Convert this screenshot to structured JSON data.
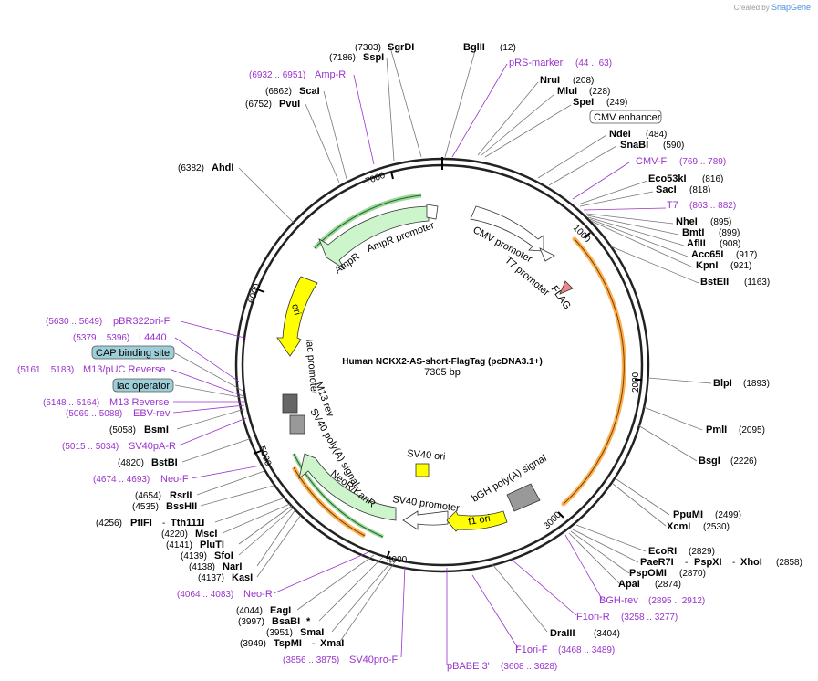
{
  "credit": {
    "prefix": "Created by",
    "brand": "SnapGene"
  },
  "title": "Human NCKX2-AS-short-FlagTag (pcDNA3.1+)",
  "size": "7305 bp",
  "ticks": [
    "1000",
    "2000",
    "3000",
    "4000",
    "5000",
    "6000",
    "7000"
  ],
  "features": [
    "AmpR",
    "AmpR promoter",
    "ori",
    "CMV promoter",
    "T7 promoter",
    "FLAG",
    "lac promoter",
    "M13 rev",
    "SV40 poly(A) signal",
    "NeoR/KanR",
    "SV40 promoter",
    "SV40 ori",
    "bGH poly(A) signal",
    "f1 ori"
  ],
  "boxed": {
    "cmv_enhancer": "CMV enhancer",
    "cap_site": "CAP binding site",
    "lac_operator": "lac operator"
  },
  "labels_right": [
    {
      "id": "sgrdi",
      "name": "SgrDI",
      "pos": "(7303)"
    },
    {
      "id": "bglii",
      "name": "BglII",
      "pos": "(12)"
    },
    {
      "id": "rs_marker",
      "name": "pRS-marker",
      "pos": "(44 .. 63)"
    },
    {
      "id": "brui",
      "name": "NruI",
      "pos": "(208)"
    },
    {
      "id": "mlui",
      "name": "MluI",
      "pos": "(228)"
    },
    {
      "id": "spei",
      "name": "SpeI",
      "pos": "(249)"
    },
    {
      "id": "ndei",
      "name": "NdeI",
      "pos": "(484)"
    },
    {
      "id": "snabi",
      "name": "SnaBI",
      "pos": "(590)"
    },
    {
      "id": "cmvf",
      "name": "CMV-F",
      "pos": "(769 .. 789)"
    },
    {
      "id": "eco53ki",
      "name": "Eco53kI",
      "pos": "(816)"
    },
    {
      "id": "saci",
      "name": "SacI",
      "pos": "(818)"
    },
    {
      "id": "t7",
      "name": "T7",
      "pos": "(863 .. 882)"
    },
    {
      "id": "nhei",
      "name": "NheI",
      "pos": "(895)"
    },
    {
      "id": "bmti",
      "name": "BmtI",
      "pos": "(899)"
    },
    {
      "id": "aflii",
      "name": "AflII",
      "pos": "(908)"
    },
    {
      "id": "acc65i",
      "name": "Acc65I",
      "pos": "(917)"
    },
    {
      "id": "kpni",
      "name": "KpnI",
      "pos": "(921)"
    },
    {
      "id": "bsteii",
      "name": "BstEII",
      "pos": "(1163)"
    },
    {
      "id": "blpi",
      "name": "BlpI",
      "pos": "(1893)"
    },
    {
      "id": "pmli",
      "name": "PmlI",
      "pos": "(2095)"
    },
    {
      "id": "bsgi",
      "name": "BsgI",
      "pos": "(2226)"
    },
    {
      "id": "ppumi",
      "name": "PpuMI",
      "pos": "(2499)"
    },
    {
      "id": "xcmi",
      "name": "XcmI",
      "pos": "(2530)"
    },
    {
      "id": "ecori",
      "name": "EcoRI",
      "pos": "(2829)"
    },
    {
      "id": "paer7i",
      "name": "PaeR7I",
      "sep": "-",
      "name2": "PspXI",
      "name3": "XhoI",
      "pos": "(2858)"
    },
    {
      "id": "pspomi",
      "name": "PspOMI",
      "pos": "(2870)"
    },
    {
      "id": "apai",
      "name": "ApaI",
      "pos": "(2874)"
    },
    {
      "id": "bghrev",
      "name": "BGH-rev",
      "pos": "(2895 .. 2912)"
    },
    {
      "id": "f1orir",
      "name": "F1ori-R",
      "pos": "(3258 .. 3277)"
    },
    {
      "id": "draiii",
      "name": "DraIII",
      "pos": "(3404)"
    },
    {
      "id": "f1orif",
      "name": "F1ori-F",
      "pos": "(3468 .. 3489)"
    },
    {
      "id": "pbabe3",
      "name": "pBABE 3'",
      "pos": "(3608 .. 3628)"
    }
  ],
  "labels_left": [
    {
      "id": "sspi",
      "name": "SspI",
      "pos": "(7186)"
    },
    {
      "id": "ampr_p",
      "name": "Amp-R",
      "pos": "(6932 .. 6951)"
    },
    {
      "id": "scai",
      "name": "ScaI",
      "pos": "(6862)"
    },
    {
      "id": "pvui",
      "name": "PvuI",
      "pos": "(6752)"
    },
    {
      "id": "ahdi",
      "name": "AhdI",
      "pos": "(6382)"
    },
    {
      "id": "pbr322",
      "name": "pBR322ori-F",
      "pos": "(5630 .. 5649)"
    },
    {
      "id": "l4440",
      "name": "L4440",
      "pos": "(5379 .. 5396)"
    },
    {
      "id": "m13puc",
      "name": "M13/pUC Reverse",
      "pos": "(5161 .. 5183)"
    },
    {
      "id": "m13rev",
      "name": "M13 Reverse",
      "pos": "(5148 .. 5164)"
    },
    {
      "id": "ebvrev",
      "name": "EBV-rev",
      "pos": "(5069 .. 5088)"
    },
    {
      "id": "bsmi",
      "name": "BsmI",
      "pos": "(5058)"
    },
    {
      "id": "sv40par",
      "name": "SV40pA-R",
      "pos": "(5015 .. 5034)"
    },
    {
      "id": "bstbi",
      "name": "BstBI",
      "pos": "(4820)"
    },
    {
      "id": "neof",
      "name": "Neo-F",
      "pos": "(4674 .. 4693)"
    },
    {
      "id": "rsrii",
      "name": "RsrII",
      "pos": "(4654)"
    },
    {
      "id": "bsshii",
      "name": "BssHII",
      "pos": "(4535)"
    },
    {
      "id": "pflfi",
      "name": "PflFI",
      "sep": "-",
      "name2": "Tth111I",
      "pos": "(4256)"
    },
    {
      "id": "msci",
      "name": "MscI",
      "pos": "(4220)"
    },
    {
      "id": "plutı",
      "name": "PluTI",
      "pos": "(4141)"
    },
    {
      "id": "sfoi",
      "name": "SfoI",
      "pos": "(4139)"
    },
    {
      "id": "nari",
      "name": "NarI",
      "pos": "(4138)"
    },
    {
      "id": "kasi",
      "name": "KasI",
      "pos": "(4137)"
    },
    {
      "id": "neor",
      "name": "Neo-R",
      "pos": "(4064 .. 4083)"
    },
    {
      "id": "eagi",
      "name": "EagI",
      "pos": "(4044)"
    },
    {
      "id": "bsabi",
      "name": "BsaBI",
      "star": "*",
      "pos": "(3997)"
    },
    {
      "id": "smai",
      "name": "SmaI",
      "pos": "(3951)"
    },
    {
      "id": "tspmi",
      "name": "TspMI",
      "sep": "-",
      "name2": "XmaI",
      "pos": "(3949)"
    },
    {
      "id": "sv40prof",
      "name": "SV40pro-F",
      "pos": "(3856 .. 3875)"
    }
  ],
  "colors": {
    "promoter": "#ffffff",
    "cds": "#ccf5cc",
    "ori": "#ffff00",
    "polya": "#999999",
    "primer": "#9933cc",
    "orange": "#ffa500",
    "ring": "#222222"
  }
}
